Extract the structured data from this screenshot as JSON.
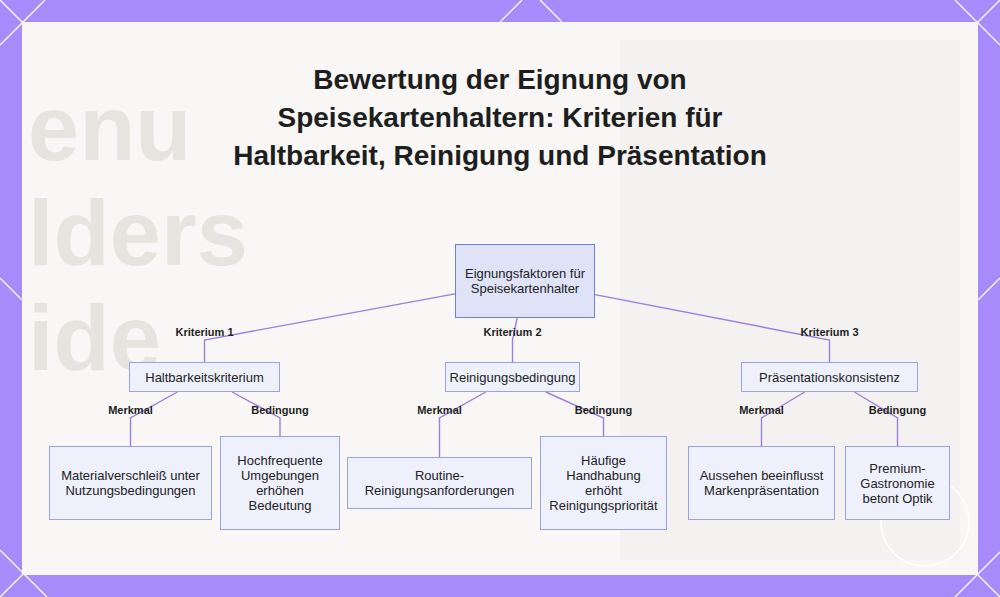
{
  "diagram": {
    "title": "Bewertung der Eignung von Speisekartenhaltern: Kriterien für Haltbarkeit, Reinigung und Präsentation",
    "nodes": [
      {
        "text": [
          "Eignungsfaktoren für Speisekartenhalter"
        ]
      },
      {
        "text": [
          "Haltbarkeitskriterium"
        ]
      },
      {
        "text": [
          "Reinigungsbedingung"
        ]
      },
      {
        "text": [
          "Präsentationskonsistenz"
        ]
      },
      {
        "text": [
          "Materialverschleiß unter Nutzungsbedingungen"
        ]
      },
      {
        "text": [
          "Hochfrequente Umgebungen erhöhen Bedeutung"
        ]
      },
      {
        "text": [
          "Routine-Reinigungsanforderungen"
        ]
      },
      {
        "text": [
          "Häufige Handhabung erhöht Reinigungspriorität"
        ]
      },
      {
        "text": [
          "Aussehen beeinflusst Markenpräsentation"
        ]
      },
      {
        "text": [
          "Premium-Gastronomie betont Optik"
        ]
      }
    ],
    "edges": [
      {
        "from": 0,
        "to": 1,
        "label": "Kriterium 1",
        "arrow": "none"
      },
      {
        "from": 0,
        "to": 2,
        "label": "Kriterium 2",
        "arrow": "none"
      },
      {
        "from": 0,
        "to": 3,
        "label": "Kriterium 3",
        "arrow": "none"
      },
      {
        "from": 1,
        "to": 4,
        "label": "Merkmal",
        "arrow": "none"
      },
      {
        "from": 1,
        "to": 5,
        "label": "Bedingung",
        "arrow": "none"
      },
      {
        "from": 2,
        "to": 6,
        "label": "Merkmal",
        "arrow": "none"
      },
      {
        "from": 2,
        "to": 7,
        "label": "Bedingung",
        "arrow": "none"
      },
      {
        "from": 3,
        "to": 8,
        "label": "Merkmal",
        "arrow": "none"
      },
      {
        "from": 3,
        "to": 9,
        "label": "Bedingung",
        "arrow": "none"
      }
    ],
    "labels": [
      "enu",
      "lders",
      "ide"
    ]
  }
}
